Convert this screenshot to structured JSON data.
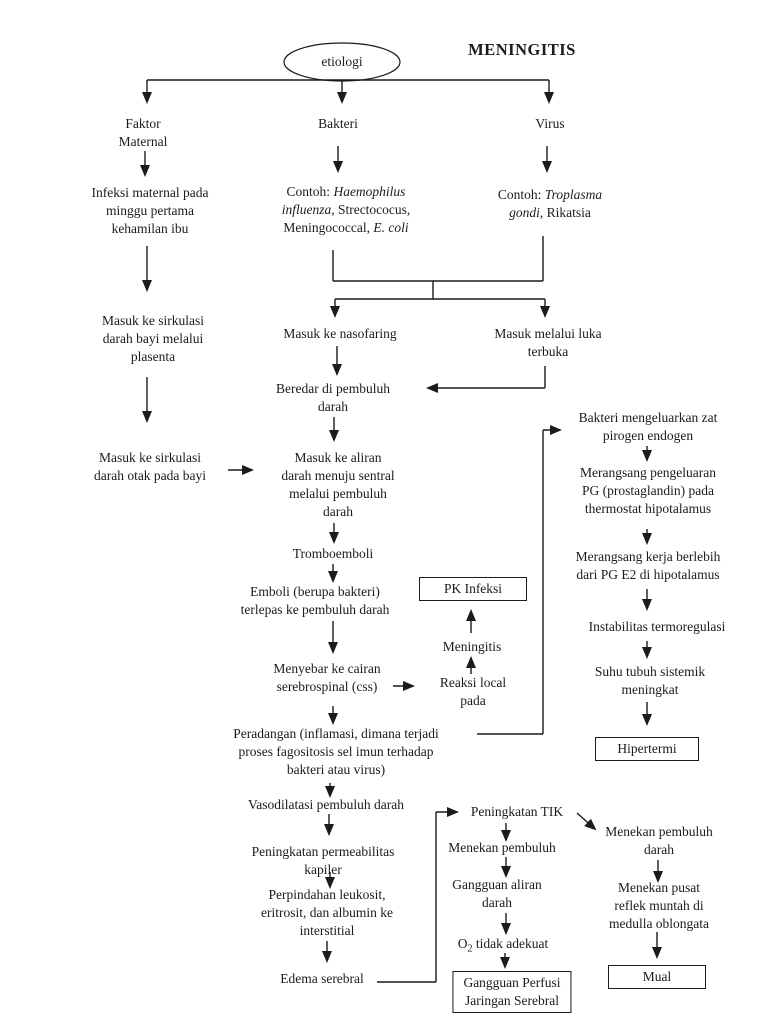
{
  "title": "MENINGITIS",
  "colors": {
    "ink": "#1b1b1b",
    "background": "#ffffff"
  },
  "nodes": {
    "etiologi": "etiologi",
    "faktor_maternal": "Faktor\nMaternal",
    "bakteri": "Bakteri",
    "virus": "Virus",
    "infeksi_maternal": "Infeksi maternal pada\nminggu pertama\nkehamilan ibu",
    "contoh_bakteri": {
      "prefix": "Contoh: ",
      "italic1": "Haemophilus\ninfluenza",
      "mid": ", Strectococus,\nMeningococcal, ",
      "italic2": "E. coli"
    },
    "contoh_virus": {
      "prefix": "Contoh: ",
      "italic1": "Troplasma\ngondi",
      "rest": ", Rikatsia"
    },
    "masuk_sirkulasi_bayi": "Masuk ke sirkulasi\ndarah bayi melalui\nplasenta",
    "masuk_nasofaring": "Masuk ke nasofaring",
    "masuk_luka": "Masuk melalui luka\nterbuka",
    "beredar": "Beredar di pembuluh\ndarah",
    "masuk_sirkulasi_otak": "Masuk ke sirkulasi\ndarah otak pada bayi",
    "masuk_aliran": "Masuk ke aliran\ndarah menuju sentral\nmelalui pembuluh\ndarah",
    "tromboemboli": "Tromboemboli",
    "emboli": "Emboli (berupa bakteri)\nterlepas ke pembuluh darah",
    "menyebar": "Menyebar ke cairan\nserebrospinal (css)",
    "pk_infeksi": "PK Infeksi",
    "meningitis_label": "Meningitis",
    "reaksi_local": "Reaksi local\npada",
    "peradangan": "Peradangan (inflamasi, dimana terjadi\nproses fagositosis sel imun terhadap\nbakteri atau virus)",
    "vasodilatasi": "Vasodilatasi pembuluh darah",
    "permeabilitas": "Peningkatan permeabilitas\nkapiler",
    "perpindahan": "Perpindahan leukosit,\neritrosit, dan albumin ke\ninterstitial",
    "edema": "Edema serebral",
    "bakteri_zat": "Bakteri mengeluarkan zat\npirogen endogen",
    "merangsang_pg": "Merangsang pengeluaran\nPG (prostaglandin) pada\nthermostat hipotalamus",
    "merangsang_kerja": "Merangsang kerja berlebih\ndari PG E2 di hipotalamus",
    "instabilitas": "Instabilitas termoregulasi",
    "suhu": "Suhu tubuh sistemik\nmeningkat",
    "hipertermi": "Hipertermi",
    "peningkatan_tik": "Peningkatan TIK",
    "menekan_pembuluh": "Menekan pembuluh",
    "gangguan_aliran": "Gangguan aliran\ndarah",
    "o2": {
      "pre": "O",
      "sub": "2",
      "rest": " tidak adekuat"
    },
    "gangguan_perfusi": "Gangguan Perfusi\nJaringan Serebral",
    "menekan_pembuluh_darah": "Menekan pembuluh\ndarah",
    "menekan_pusat": "Menekan pusat\nreflek muntah di\nmedulla oblongata",
    "mual": "Mual"
  }
}
